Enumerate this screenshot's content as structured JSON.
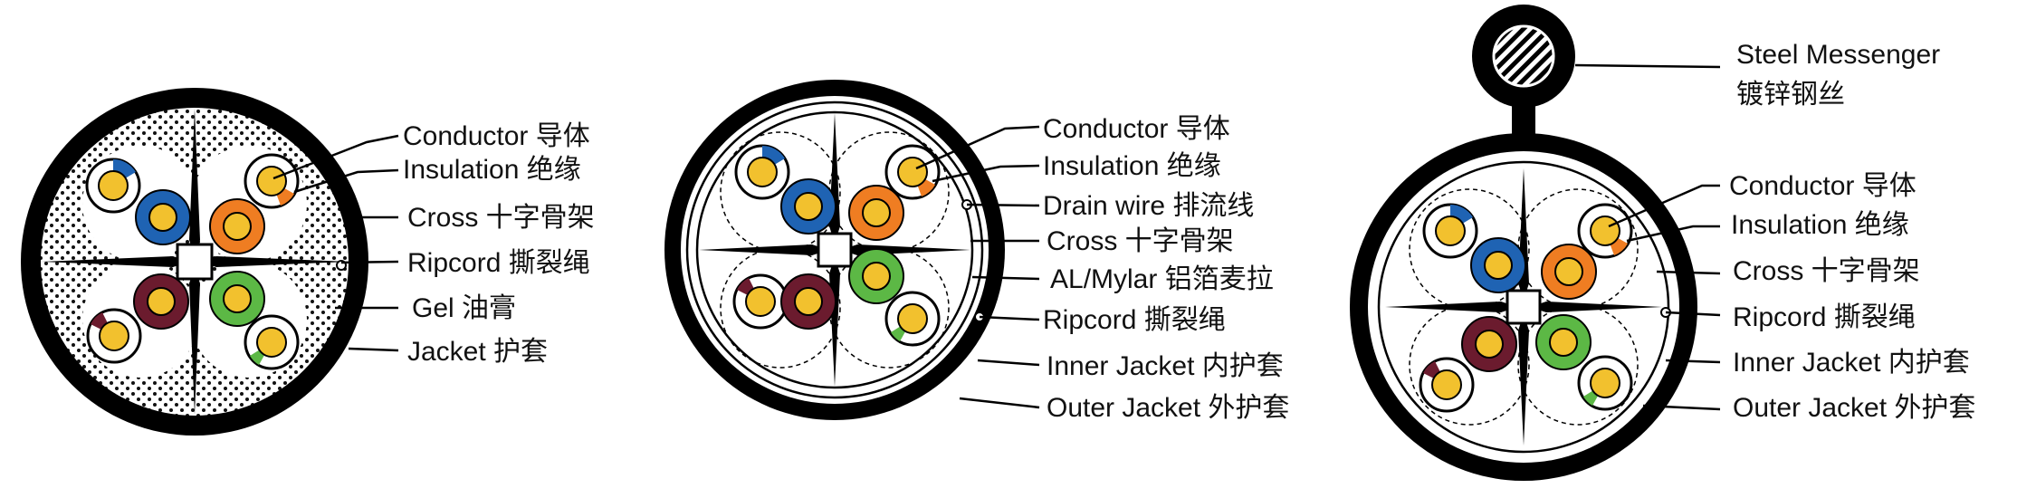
{
  "colors": {
    "outline": "#000000",
    "conductor": "#f2c12e",
    "blue": "#1f63b3",
    "orange": "#ef7d22",
    "brown": "#6b1b2e",
    "green": "#5cb845",
    "background": "#ffffff"
  },
  "diagrams": [
    {
      "labels": {
        "conductor": "Conductor 导体",
        "insulation": "Insulation 绝缘",
        "cross": "Cross  十字骨架",
        "ripcord": "Ripcord  撕裂绳",
        "gel": "Gel  油膏",
        "jacket": "Jacket 护套"
      }
    },
    {
      "labels": {
        "conductor": "Conductor 导体",
        "insulation": "Insulation 绝缘",
        "drain_wire": "Drain wire  排流线",
        "cross": "Cross  十字骨架",
        "al_mylar": "AL/Mylar  铝箔麦拉",
        "ripcord": "Ripcord  撕裂绳",
        "inner_jacket": "Inner Jacket  内护套",
        "outer_jacket": "Outer Jacket  外护套"
      }
    },
    {
      "labels": {
        "steel_messenger_en": "Steel Messenger",
        "steel_messenger_cn": "镀锌钢丝",
        "conductor": "Conductor 导体",
        "insulation": "Insulation 绝缘",
        "cross": "Cross  十字骨架",
        "ripcord": "Ripcord  撕裂绳",
        "inner_jacket": "Inner Jacket  内护套",
        "outer_jacket": "Outer Jacket 外护套"
      }
    }
  ]
}
